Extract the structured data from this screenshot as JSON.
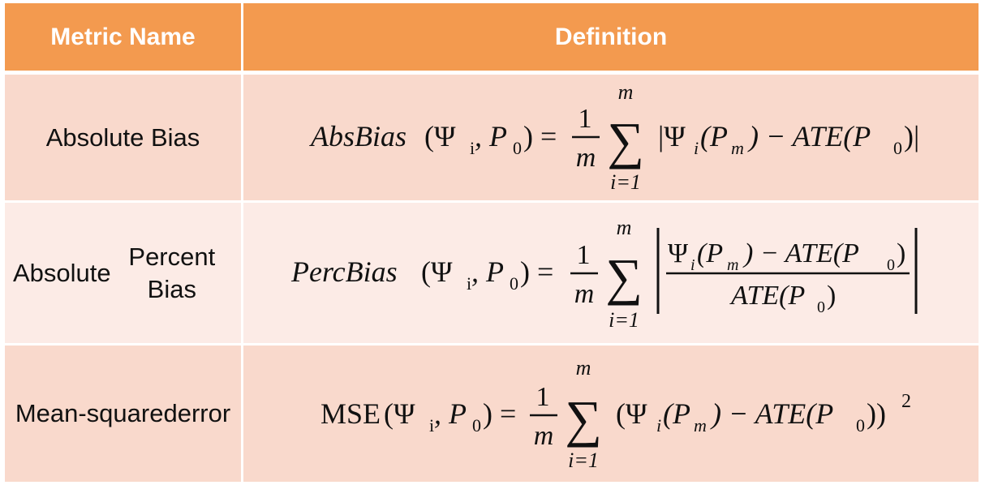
{
  "table": {
    "headers": {
      "metric": "Metric Name",
      "definition": "Definition"
    },
    "rows": [
      {
        "name_lines": [
          "Absolute Bias"
        ],
        "formula": {
          "lhs_name": "AbsBias",
          "args": "(Ψ",
          "arg_sub": "i",
          "args2": ", P",
          "p0_sub": "0",
          "close": ") =",
          "frac_num": "1",
          "frac_den": "m",
          "sum_top": "m",
          "sum_bot": "i=1",
          "body": "|Ψ",
          "body_sub_i": "i",
          "body_a": "(P",
          "body_sub_m": "m",
          "body_b": ") − ATE(P",
          "body_sub_0": "0",
          "body_c": ")|"
        }
      },
      {
        "name_lines": [
          "Absolute",
          "Percent Bias"
        ],
        "formula": {
          "lhs_name": "PercBias",
          "args": "(Ψ",
          "arg_sub": "i",
          "args2": ", P",
          "p0_sub": "0",
          "close": ") =",
          "frac_num": "1",
          "frac_den": "m",
          "sum_top": "m",
          "sum_bot": "i=1",
          "num_a": "Ψ",
          "num_sub_i": "i",
          "num_b": "(P",
          "num_sub_m": "m",
          "num_c": ") − ATE(P",
          "num_sub_0": "0",
          "num_d": ")",
          "den_a": "ATE(P",
          "den_sub_0": "0",
          "den_b": ")"
        }
      },
      {
        "name_lines": [
          "Mean-squared",
          "error"
        ],
        "formula": {
          "lhs_name": "MSE",
          "args": "(Ψ",
          "arg_sub": "i",
          "args2": ", P",
          "p0_sub": "0",
          "close": ") =",
          "frac_num": "1",
          "frac_den": "m",
          "sum_top": "m",
          "sum_bot": "i=1",
          "body": "(Ψ",
          "body_sub_i": "i",
          "body_a": "(P",
          "body_sub_m": "m",
          "body_b": ") − ATE(P",
          "body_sub_0": "0",
          "body_c": "))",
          "exp": "2"
        }
      }
    ]
  },
  "colors": {
    "header_bg": "#f39a4f",
    "row_dark": "#f9d9cc",
    "row_light": "#fcebe6",
    "header_text": "#ffffff"
  }
}
